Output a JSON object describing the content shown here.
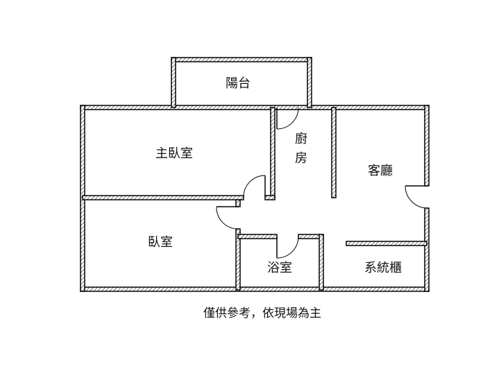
{
  "rooms": {
    "balcony": "陽台",
    "master_bedroom": "主臥室",
    "kitchen_line1": "廚",
    "kitchen_line2": "房",
    "living_room": "客廳",
    "bedroom": "臥室",
    "bathroom": "浴室",
    "cabinet": "系統櫃"
  },
  "note": "僅供參考，依現場為主"
}
